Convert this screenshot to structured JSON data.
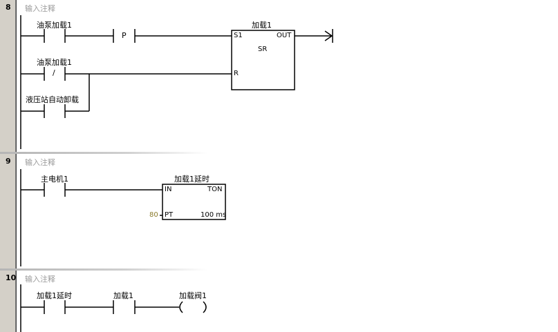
{
  "networks": [
    {
      "number": "8",
      "comment": "输入注释",
      "contacts": [
        "油泵加载1",
        "油泵加载1",
        "液压站自动卸载"
      ],
      "edge_contact": "P",
      "not_contact": "/",
      "block": {
        "name": "加载1",
        "type": "SR",
        "pins": [
          "S1",
          "OUT",
          "R"
        ]
      }
    },
    {
      "number": "9",
      "comment": "输入注释",
      "contacts": [
        "主电机1"
      ],
      "block": {
        "name": "加载1延时",
        "type": "TON",
        "pins": [
          "IN",
          "PT",
          "100 ms"
        ],
        "pt_value": "80"
      }
    },
    {
      "number": "10",
      "comment": "输入注释",
      "contacts": [
        "加载1延时",
        "加载1"
      ],
      "coil": "加载阀1"
    }
  ],
  "colors": {
    "gutter": "#d4d0c8",
    "comment": "#9a9a9a",
    "value": "#8a7a2a"
  }
}
